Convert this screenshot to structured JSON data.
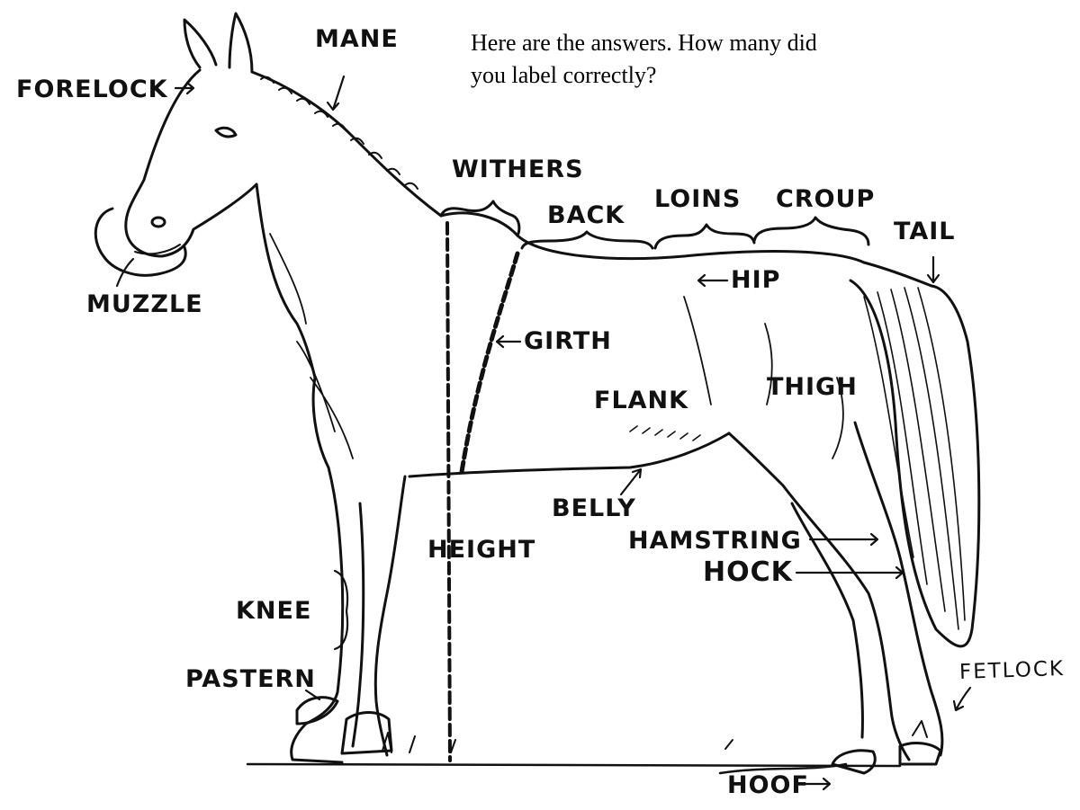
{
  "note": {
    "line1": "Here are the answers. How many did",
    "line2": "you label correctly?"
  },
  "labels": {
    "forelock": "FORELOCK",
    "mane": "MANE",
    "withers": "WITHERS",
    "back": "BACK",
    "loins": "LOINS",
    "croup": "CROUP",
    "tail": "TAIL",
    "muzzle": "MUZZLE",
    "hip": "HIP",
    "girth": "GIRTH",
    "flank": "FLANK",
    "thigh": "THIGH",
    "belly": "BELLY",
    "height": "HEIGHT",
    "hamstring": "HAMSTRING",
    "hock": "HOCK",
    "knee": "KNEE",
    "pastern": "PASTERN",
    "fetlock": "FETLOCK",
    "hoof": "HOOF"
  },
  "colors": {
    "ink": "#111111",
    "paper": "#ffffff"
  }
}
